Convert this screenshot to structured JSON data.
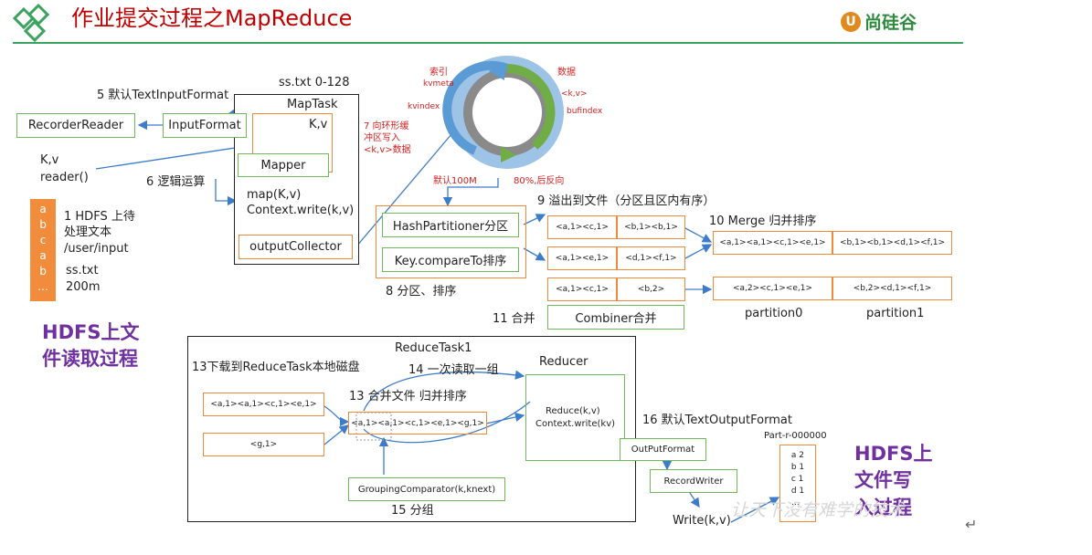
{
  "title": "作业提交过程之MapReduce",
  "logo_text": "尚硅谷",
  "watermark": "让天下没有难学的技术",
  "labels": {
    "ss_range": "ss.txt 0-128",
    "step5": "5 默认TextInputFormat",
    "maptask": "MapTask",
    "kv": "K,v",
    "kv_reader1": "K,v",
    "kv_reader2": "reader()",
    "step6": "6 逻辑运算",
    "map1": "map(K,v)",
    "map2": "Context.write(k,v)",
    "step1": "1 HDFS 上待",
    "step1b": "处理文本",
    "step1c": "/user/input",
    "step1d": "ss.txt",
    "step1e": "200m",
    "step7a": "7 向环形缓",
    "step7b": "冲区写入",
    "step7c": "<k,v>数据",
    "index": "索引",
    "kvmeta": "kvmeta",
    "kvindex": "kvindex",
    "data": "数据",
    "kv_ang": "<k,v>",
    "bufindex": "bufindex",
    "default100m": "默认100M",
    "reverse80": "80%,后反向",
    "step9": "9 溢出到文件（分区且区内有序）",
    "step10": "10 Merge 归并排序",
    "step8": "8 分区、排序",
    "step11": "11 合并",
    "partition0": "partition0",
    "partition1": "partition1",
    "hdfs_read": "HDFS上文件读取过程",
    "hdfs_read1": "HDFS上文",
    "hdfs_read2": "件读取过程",
    "reducetask": "ReduceTask1",
    "step13dl": "13下载到ReduceTask本地磁盘",
    "step14": "14 一次读取一组",
    "reducer": "Reducer",
    "step13m": "13 合并文件 归并排序",
    "reduce1": "Reduce(k,v)",
    "reduce2": "Context.write(kv)",
    "step15": "15 分组",
    "step16": "16 默认TextOutputFormat",
    "part": "Part-r-000000",
    "write": "Write(k,v)",
    "hdfs_w1": "HDFS上",
    "hdfs_w2": "文件写",
    "hdfs_w3": "入过程"
  },
  "boxes": {
    "recorderreader": "RecorderReader",
    "inputformat": "InputFormat",
    "mapper": "Mapper",
    "outputcollector": "outputCollector",
    "hashpartitioner": "HashPartitioner分区",
    "compareto": "Key.compareTo排序",
    "combiner": "Combiner合并",
    "outputformat": "OutPutFormat",
    "recordwriter": "RecordWriter",
    "grouping": "GroupingComparator(k,knext)"
  },
  "hdfs_chars": [
    "a",
    "b",
    "c",
    "a",
    "b",
    "…"
  ],
  "spill_rows": [
    [
      "<a,1><c,1>",
      "<b,1><b,1>"
    ],
    [
      "<a,1><e,1>",
      "<d,1><f,1>"
    ],
    [
      "<a,1><c,1>",
      "<b,2>"
    ]
  ],
  "merge_row0": [
    "<a,1><a,1><c,1><e,1>",
    "<b,1><b,1><d,1><f,1>"
  ],
  "merge_row1": [
    "<a,2><c,1><e,1>",
    "<b,2><d,1><f,1>"
  ],
  "reduce_inputs": [
    "<a,1><a,1><c,1><e,1>",
    "<g,1>"
  ],
  "reduce_merged": "<a,1><a,1><c,1><e,1><g,1>",
  "output_lines": [
    "a 2",
    "b 1",
    "c 1",
    "d 1",
    "…"
  ],
  "colors": {
    "title": "#c00000",
    "green": "#71b85a",
    "orange": "#ef8a3c",
    "purple": "#7030a0",
    "arrow": "#3d7cc9",
    "ring_inner": "#5b9bd5"
  }
}
